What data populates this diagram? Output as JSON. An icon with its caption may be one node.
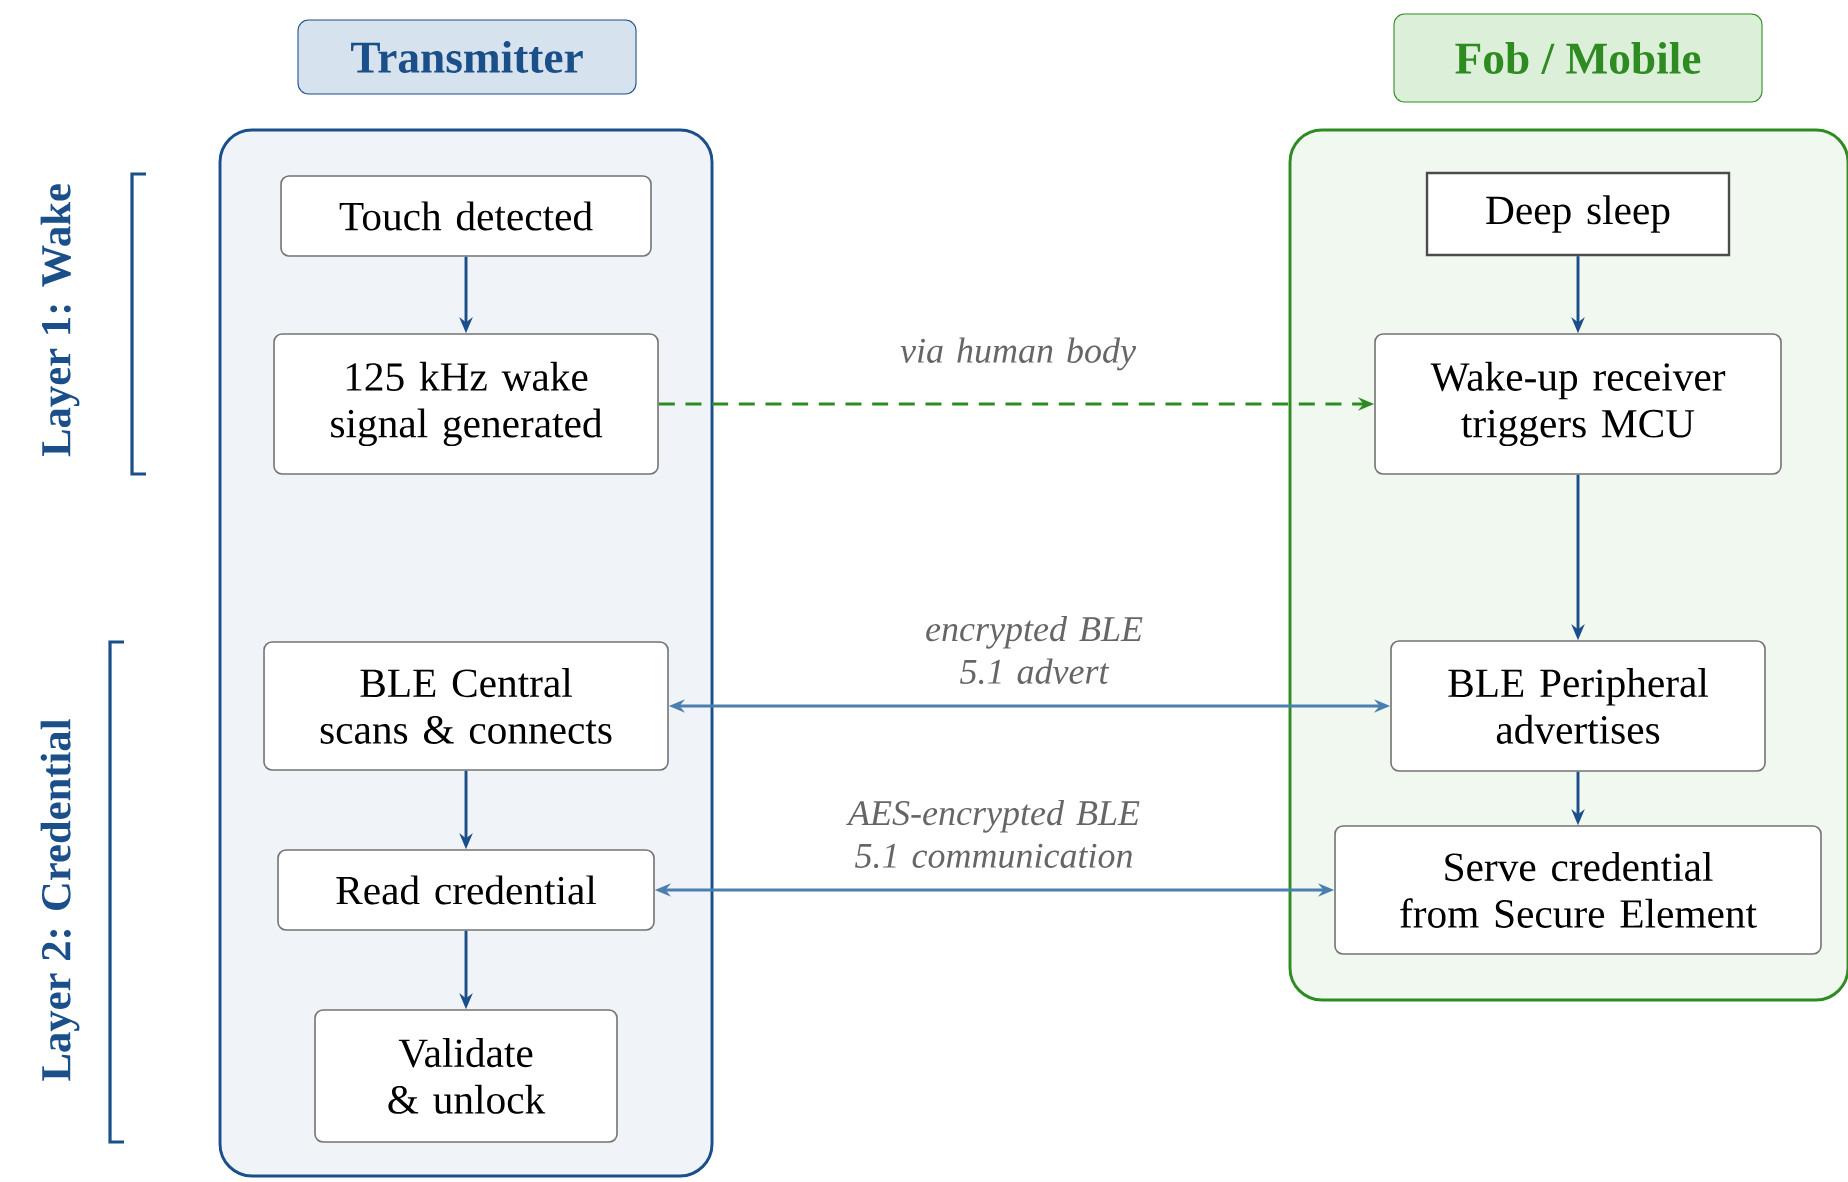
{
  "diagram": {
    "nodes": [
      {
        "text": [
          "Transmitter"
        ]
      },
      {
        "text": [
          "Touch detected"
        ],
        "in": 0
      },
      {
        "text": [
          "125 kHz wake signal generated"
        ],
        "in": 0
      },
      {
        "text": [
          "BLE Central scans & connects"
        ],
        "in": 0
      },
      {
        "text": [
          "Read credential"
        ],
        "in": 0
      },
      {
        "text": [
          "Validate & unlock"
        ],
        "in": 0
      },
      {
        "text": [
          "Fob / Mobile"
        ]
      },
      {
        "text": [
          "Deep sleep"
        ],
        "in": 6
      },
      {
        "text": [
          "Wake-up receiver triggers MCU"
        ],
        "in": 6
      },
      {
        "text": [
          "BLE Peripheral advertises"
        ],
        "in": 6
      },
      {
        "text": [
          "Serve credential from Secure Element"
        ],
        "in": 6
      }
    ],
    "edges": [
      {
        "from": 1,
        "to": 2,
        "arrow": "to"
      },
      {
        "from": 2,
        "to": 8,
        "arrow": "to",
        "label": "via human body",
        "style": "dashed",
        "color": "#2e8b22"
      },
      {
        "from": 3,
        "to": 9,
        "arrow": "both",
        "label": "encrypted BLE 5.1 advert",
        "color": "#4a7fb0"
      },
      {
        "from": 3,
        "to": 4,
        "arrow": "to"
      },
      {
        "from": 4,
        "to": 10,
        "arrow": "both",
        "label": "AES-encrypted BLE 5.1 communication",
        "color": "#4a7fb0"
      },
      {
        "from": 4,
        "to": 5,
        "arrow": "to"
      },
      {
        "from": 7,
        "to": 8,
        "arrow": "to"
      },
      {
        "from": 8,
        "to": 9,
        "arrow": "to"
      },
      {
        "from": 9,
        "to": 10,
        "arrow": "to"
      }
    ],
    "labels": [
      "Layer 1: Wake",
      "Layer 2: Credential"
    ]
  }
}
